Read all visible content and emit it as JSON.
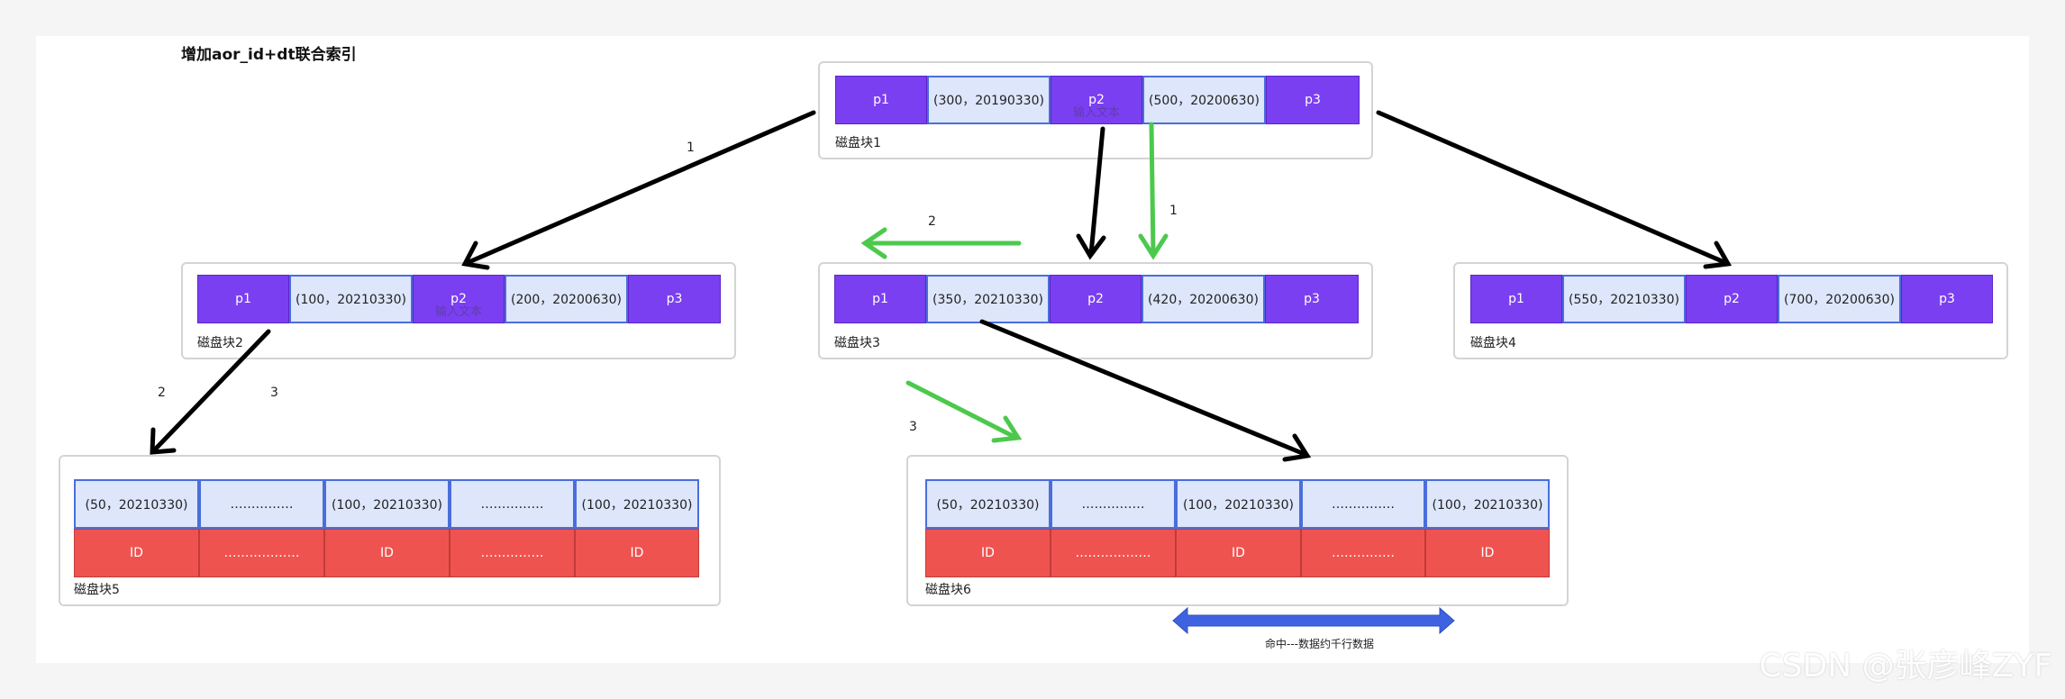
{
  "title": "增加aor_id+dt联合索引",
  "watermark": "CSDN @张彦峰ZYF",
  "ghost_text": "输入文本",
  "blocks": {
    "b1": {
      "label": "磁盘块1",
      "cells": [
        "p1",
        "(300，20190330)",
        "p2",
        "(500，20200630)",
        "p3"
      ]
    },
    "b2": {
      "label": "磁盘块2",
      "cells": [
        "p1",
        "(100，20210330)",
        "p2",
        "(200，20200630)",
        "p3"
      ]
    },
    "b3": {
      "label": "磁盘块3",
      "cells": [
        "p1",
        "(350，20210330)",
        "p2",
        "(420，20200630)",
        "p3"
      ]
    },
    "b4": {
      "label": "磁盘块4",
      "cells": [
        "p1",
        "(550，20210330)",
        "p2",
        "(700，20200630)",
        "p3"
      ]
    },
    "b5": {
      "label": "磁盘块5",
      "keys": [
        "(50，20210330)",
        "……………",
        "(100，20210330)",
        "……………",
        "(100，20210330)"
      ],
      "ids": [
        "ID",
        "………………",
        "ID",
        "……………",
        "ID"
      ]
    },
    "b6": {
      "label": "磁盘块6",
      "keys": [
        "(50，20210330)",
        "……………",
        "(100，20210330)",
        "……………",
        "(100，20210330)"
      ],
      "ids": [
        "ID",
        "………………",
        "ID",
        "……………",
        "ID"
      ]
    }
  },
  "step_numbers": {
    "a": "1",
    "b": "1",
    "c": "2",
    "d": "2",
    "e": "3",
    "f": "3"
  },
  "range_note": "命中---数据约千行数据",
  "colors": {
    "pointer": "#7b3ff2",
    "key": "#dde6fb",
    "id": "#ef5350",
    "arrow_black": "#000000",
    "arrow_green": "#4cc94c",
    "range_arrow": "#3f63e0"
  }
}
